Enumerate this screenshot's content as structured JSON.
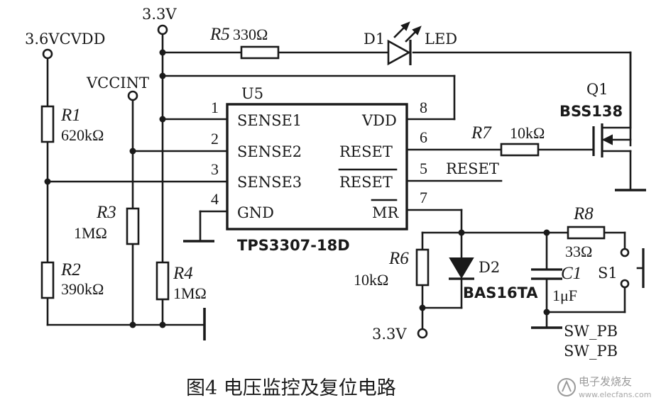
{
  "nets": {
    "v33_top": "3.3V",
    "v36": "3.6VCVDD",
    "vccint": "VCCINT",
    "v33_bottom": "3.3V",
    "reset_out": "RESET"
  },
  "resistors": {
    "r1": {
      "ref": "R1",
      "value": "620kΩ"
    },
    "r2": {
      "ref": "R2",
      "value": "390kΩ"
    },
    "r3": {
      "ref": "R3",
      "value": "1MΩ"
    },
    "r4": {
      "ref": "R4",
      "value": "1MΩ"
    },
    "r5": {
      "ref": "R5",
      "value": "330Ω"
    },
    "r6": {
      "ref": "R6",
      "value": "10kΩ"
    },
    "r7": {
      "ref": "R7",
      "value": "10kΩ"
    },
    "r8": {
      "ref": "R8",
      "value": "33Ω"
    }
  },
  "led": {
    "ref": "D1",
    "label": "LED"
  },
  "diode": {
    "ref": "D2",
    "part": "BAS16TA"
  },
  "transistor": {
    "ref": "Q1",
    "part": "BSS138"
  },
  "capacitor": {
    "ref": "C1",
    "value": "1μF"
  },
  "switch": {
    "ref": "S1",
    "label1": "SW_PB",
    "label2": "SW_PB"
  },
  "ic": {
    "ref": "U5",
    "part": "TPS3307-18D",
    "pins": {
      "p1": {
        "num": "1",
        "name": "SENSE1"
      },
      "p2": {
        "num": "2",
        "name": "SENSE2"
      },
      "p3": {
        "num": "3",
        "name": "SENSE3"
      },
      "p4": {
        "num": "4",
        "name": "GND"
      },
      "p8": {
        "num": "8",
        "name": "VDD"
      },
      "p6": {
        "num": "6",
        "name": "RESET"
      },
      "p5": {
        "num": "5",
        "name": "RESET"
      },
      "p7": {
        "num": "7",
        "name": "MR"
      }
    }
  },
  "caption": "图4 电压监控及复位电路",
  "watermark": {
    "brand": "电子发烧友",
    "url": "www.elecfans.com"
  }
}
